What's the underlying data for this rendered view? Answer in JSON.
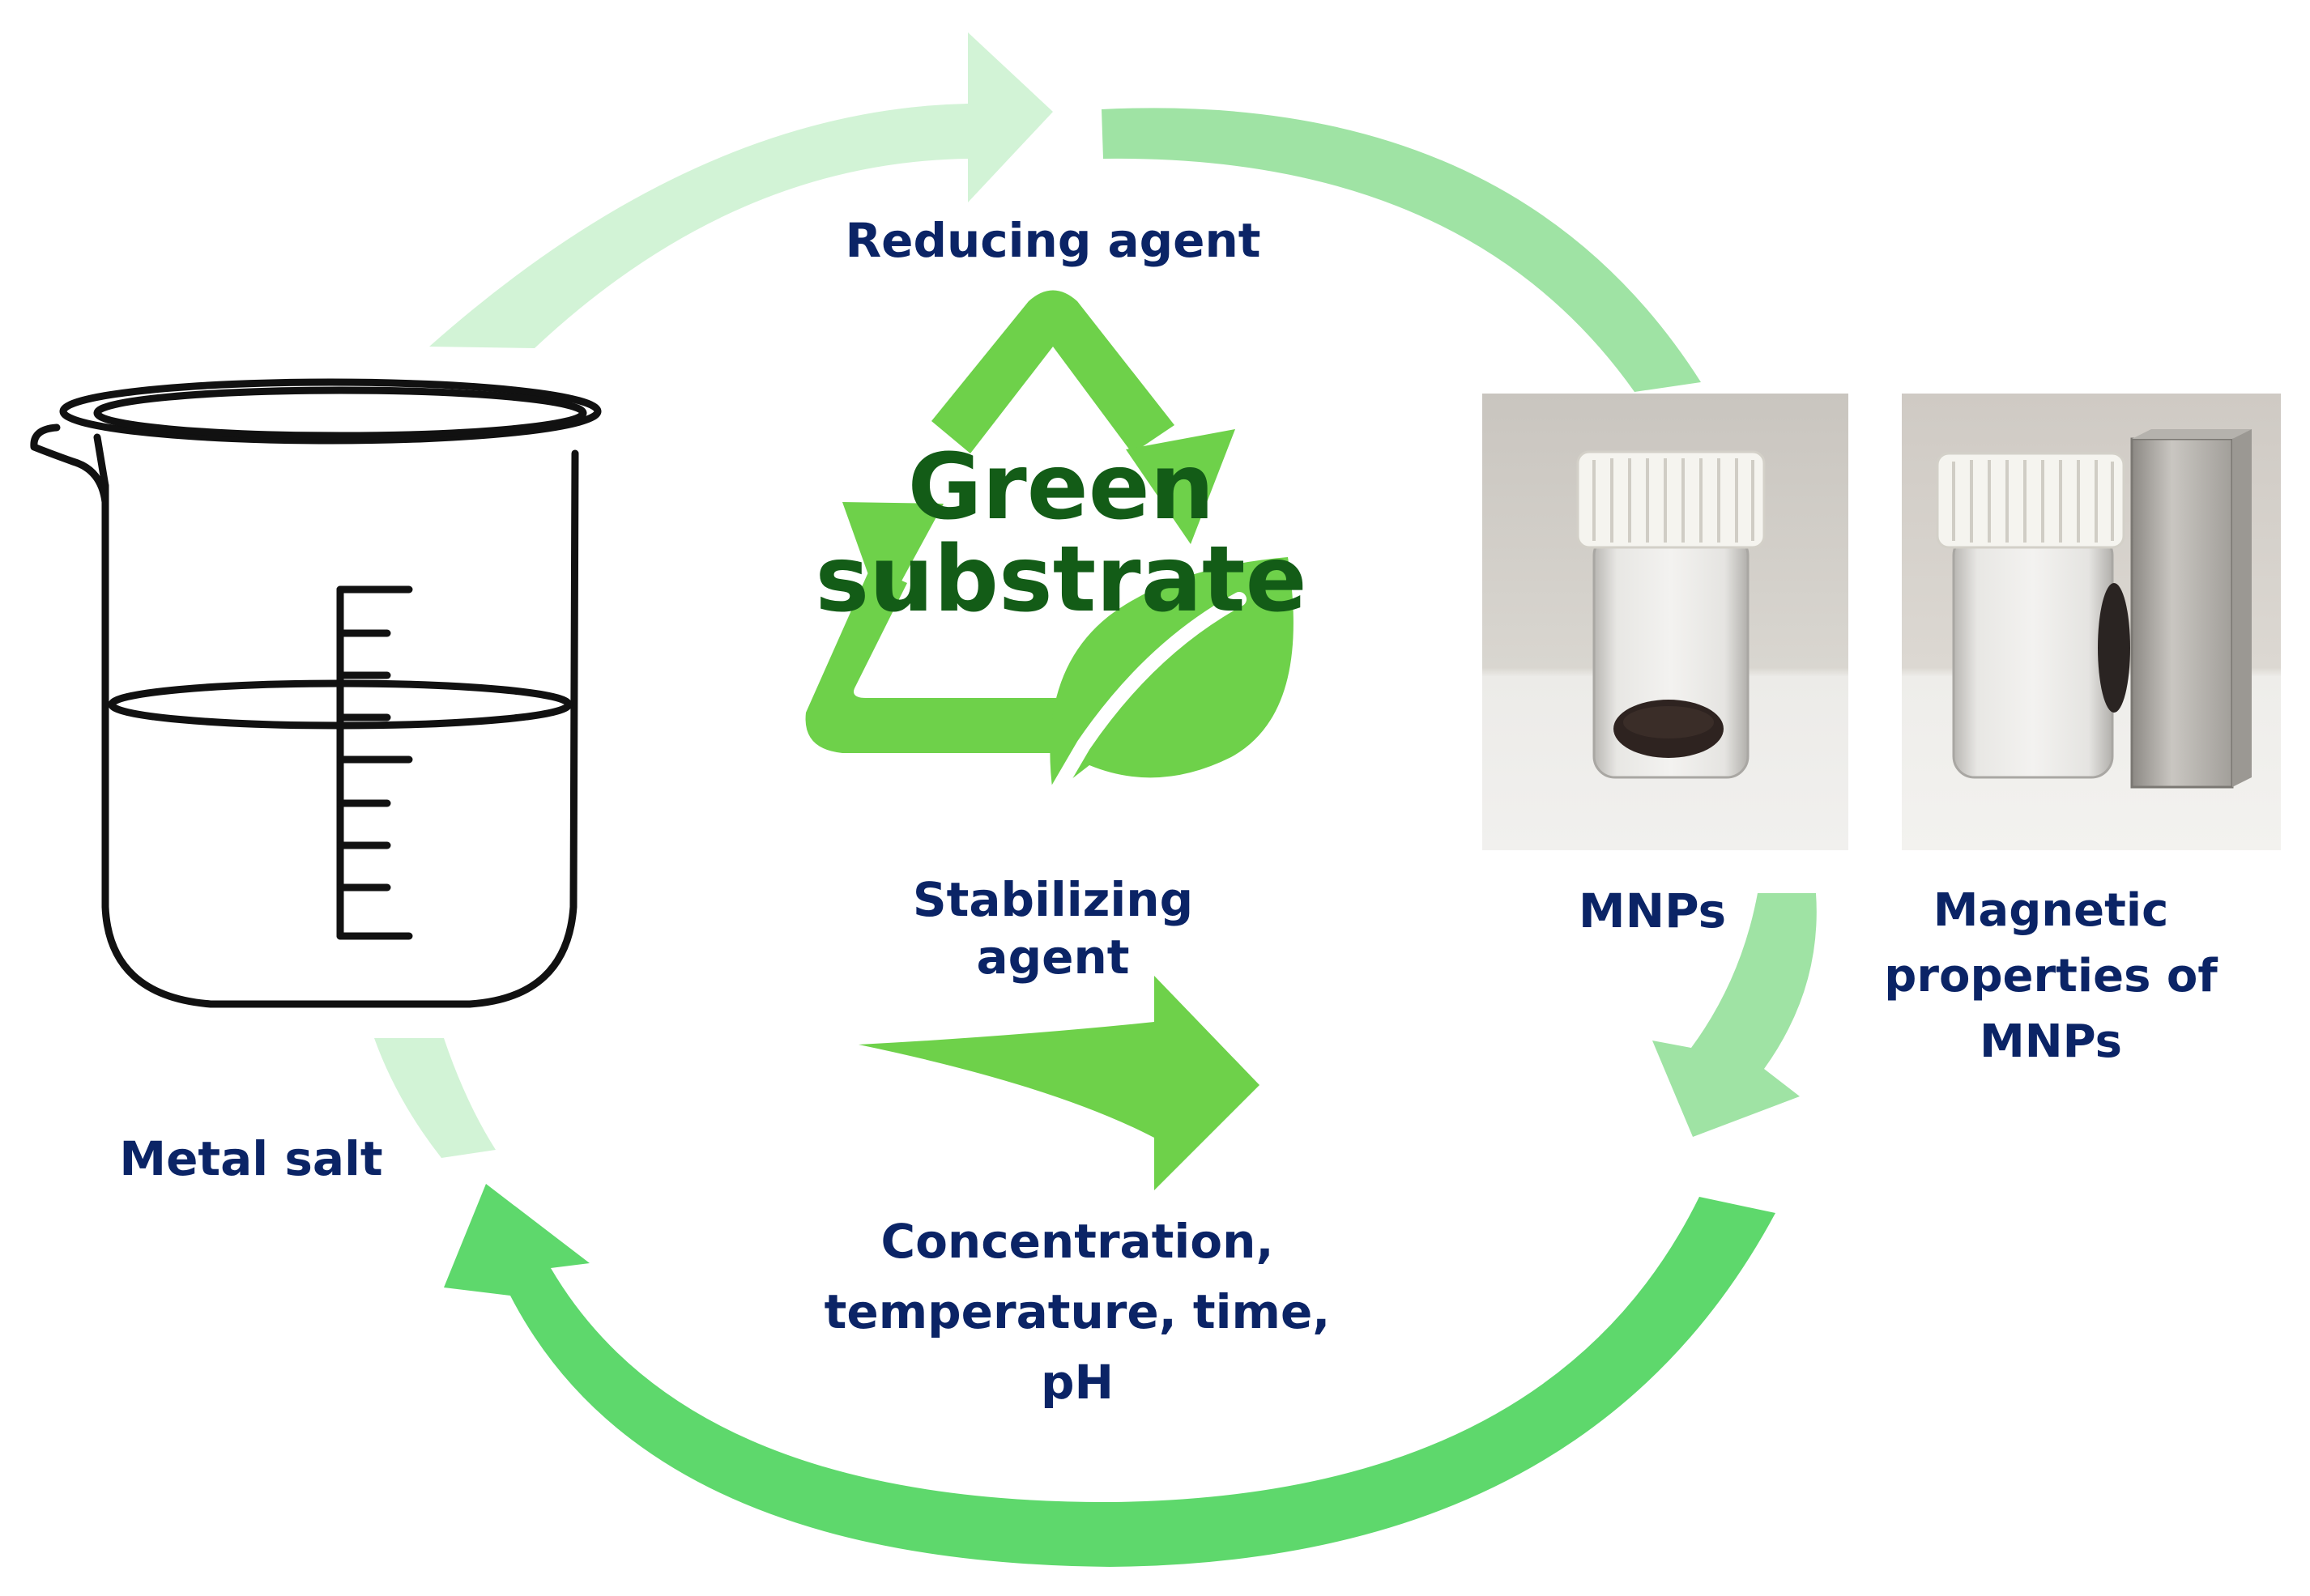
{
  "diagram": {
    "center_title": {
      "line1": "Green",
      "line2": "substrate"
    },
    "labels": {
      "reducing_agent": "Reducing agent",
      "stabilizing_agent": {
        "line1": "Stabilizing",
        "line2": "agent"
      },
      "conditions": {
        "line1": "Concentration,",
        "line2": "temperature, time,",
        "line3": "pH"
      },
      "metal_salt": "Metal salt",
      "mnps": "MNPs",
      "magnetic": {
        "line1": "Magnetic",
        "line2": "properties of",
        "line3": "MNPs"
      }
    },
    "colors": {
      "label_text": "#0b2466",
      "title_text": "#135c17",
      "arrow_light": "#d2f3d6",
      "arrow_mid": "#9fe3a4",
      "arrow_strong": "#5ed86c",
      "recycle_green": "#6ed14a"
    },
    "icons": [
      "beaker-icon",
      "recycle-icon",
      "leaf-icon",
      "vial-photo",
      "vial-magnet-photo"
    ]
  }
}
